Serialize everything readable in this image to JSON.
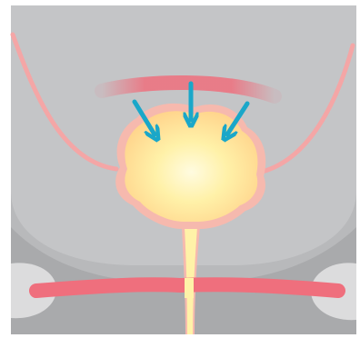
{
  "illustration": {
    "colors": {
      "background": "#b8b9bb",
      "pelvis_floor": "#a7a8aa",
      "bone": "#dcdcdd",
      "bladder_fill": "#fff3b0",
      "bladder_glow": "#ffe27d",
      "bladder_edge": "#f6b9ae",
      "muscle": "#ef6f7d",
      "vessel": "#f4a6a6",
      "urethra": "#fff2a8",
      "arrow": "#1aa7c9"
    },
    "arrows": [
      {
        "direction": "down-right"
      },
      {
        "direction": "down"
      },
      {
        "direction": "down-left"
      }
    ]
  }
}
